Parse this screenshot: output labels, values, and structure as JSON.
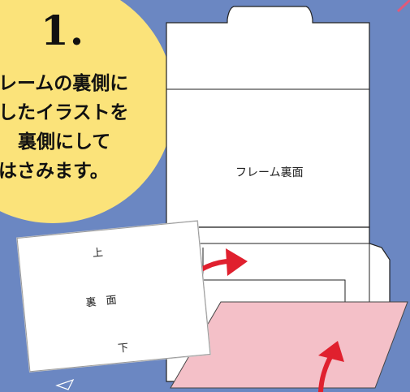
{
  "step": {
    "number": "1.",
    "lines": [
      "レームの裏側に",
      "したイラストを",
      "裏側にして",
      "はさみます。"
    ]
  },
  "frame": {
    "label": "フレーム裏面"
  },
  "sheet": {
    "top_label": "上",
    "center_label": "裏 面",
    "bottom_label": "下"
  },
  "colors": {
    "background": "#6b87c2",
    "bubble": "#fbe37a",
    "pink_sheet": "#f4c0c8",
    "arrow": "#e0202e"
  }
}
